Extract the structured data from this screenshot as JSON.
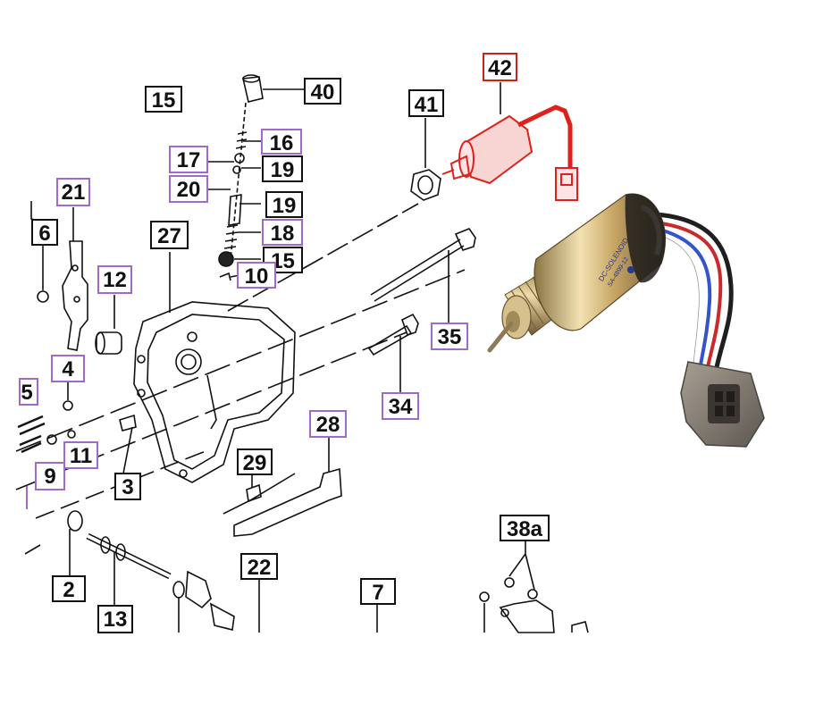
{
  "labels": {
    "l42": "42",
    "l40": "40",
    "l15a": "15",
    "l41": "41",
    "l16": "16",
    "l17": "17",
    "l19a": "19",
    "l20": "20",
    "l19b": "19",
    "l18": "18",
    "l15b": "15",
    "l10": "10",
    "l21": "21",
    "l6": "6",
    "l27": "27",
    "l12": "12",
    "l35": "35",
    "l4": "4",
    "l5": "5",
    "l34": "34",
    "l11": "11",
    "l9": "9",
    "l3": "3",
    "l29": "29",
    "l28": "28",
    "l2": "2",
    "l13": "13",
    "l22": "22",
    "l7": "7",
    "l38a": "38a"
  },
  "solenoid_photo": {
    "text_line1": "DC-SOLENOID",
    "text_line2": "SA-4899-12",
    "wire_colors": [
      "#1f1f1f",
      "#cc2a2a",
      "#3355cc",
      "#ffffff"
    ]
  },
  "colors": {
    "highlight_border": "#d0201a",
    "purple_border": "#a06ac8",
    "black_border": "#111111",
    "line_art": "#111111",
    "red_part": "#e0201a"
  }
}
